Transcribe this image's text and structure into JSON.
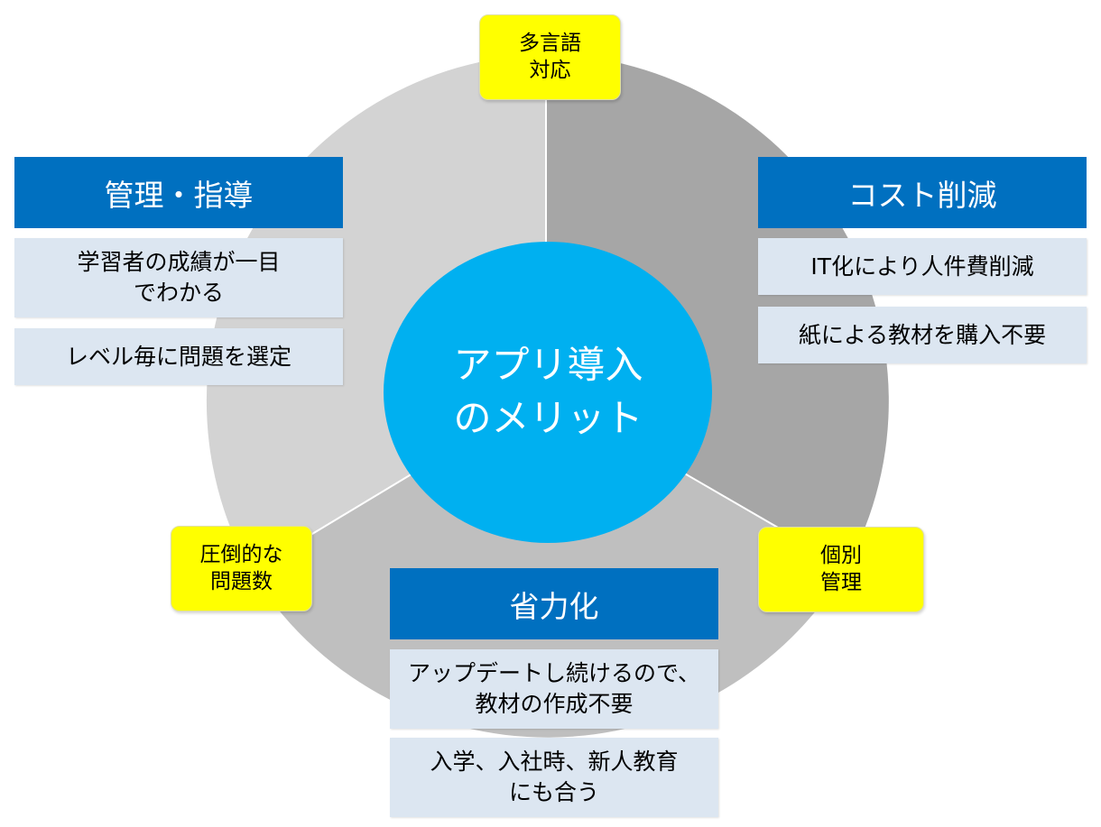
{
  "center": {
    "line1": "アプリ導入",
    "line2": "のメリット"
  },
  "categories": {
    "management": {
      "header": "管理・指導",
      "items": [
        {
          "line1": "学習者の成績が一目",
          "line2": "でわかる"
        },
        {
          "line1": "レベル毎に問題を選定"
        }
      ]
    },
    "cost": {
      "header": "コスト削減",
      "items": [
        {
          "line1": "IT化により人件費削減"
        },
        {
          "line1": "紙による教材を購入不要"
        }
      ]
    },
    "labor": {
      "header": "省力化",
      "items": [
        {
          "line1": "アップデートし続けるので、",
          "line2": "教材の作成不要"
        },
        {
          "line1": "入学、入社時、新人教育",
          "line2": "にも合う"
        }
      ]
    }
  },
  "tags": {
    "multilingual": {
      "line1": "多言語",
      "line2": "対応"
    },
    "individual": {
      "line1": "個別",
      "line2": "管理"
    },
    "questions": {
      "line1": "圧倒的な",
      "line2": "問題数"
    }
  },
  "colors": {
    "wheel_light": "#d3d3d3",
    "wheel_dark": "#a6a6a6",
    "wheel_mid": "#bfbfbf",
    "center": "#00b0f0",
    "header": "#0070c0",
    "item": "#dce6f1",
    "tag": "#ffff00"
  }
}
